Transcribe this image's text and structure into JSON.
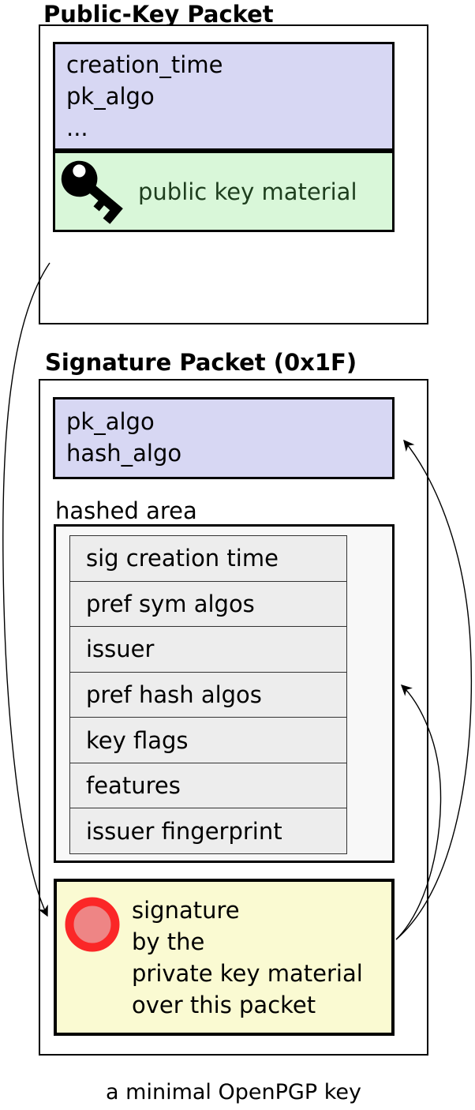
{
  "theme": {
    "colors": {
      "lavender": "#d7d7f3",
      "pale-green": "#d9f7d9",
      "green-text": "#1e3e1e",
      "panel-gray": "#f8f8f8",
      "row-gray": "#ededed",
      "pale-yellow": "#fafad2",
      "seal-fill": "#ee8585",
      "seal-stroke": "#fb2727",
      "ink": "#000000"
    }
  },
  "public_key_packet": {
    "title": "Public-Key Packet",
    "fields": [
      "creation_time",
      "pk_algo",
      "..."
    ],
    "material_label": "public key material",
    "icon": "key-icon"
  },
  "signature_packet": {
    "title": "Signature Packet (0x1F)",
    "fields": [
      "pk_algo",
      "hash_algo"
    ],
    "hashed_area": {
      "label": "hashed area",
      "subpackets": [
        "sig creation time",
        "pref sym algos",
        "issuer",
        "pref hash algos",
        "key flags",
        "features",
        "issuer fingerprint"
      ]
    },
    "signature": {
      "lines": [
        "signature",
        "by the",
        "private key material",
        "over this packet"
      ],
      "icon": "seal-icon"
    }
  },
  "arrows": [
    "public-key-packet-to-signature",
    "signature-to-pk-hash-algo",
    "signature-to-hashed-area"
  ],
  "caption": "a minimal OpenPGP key"
}
